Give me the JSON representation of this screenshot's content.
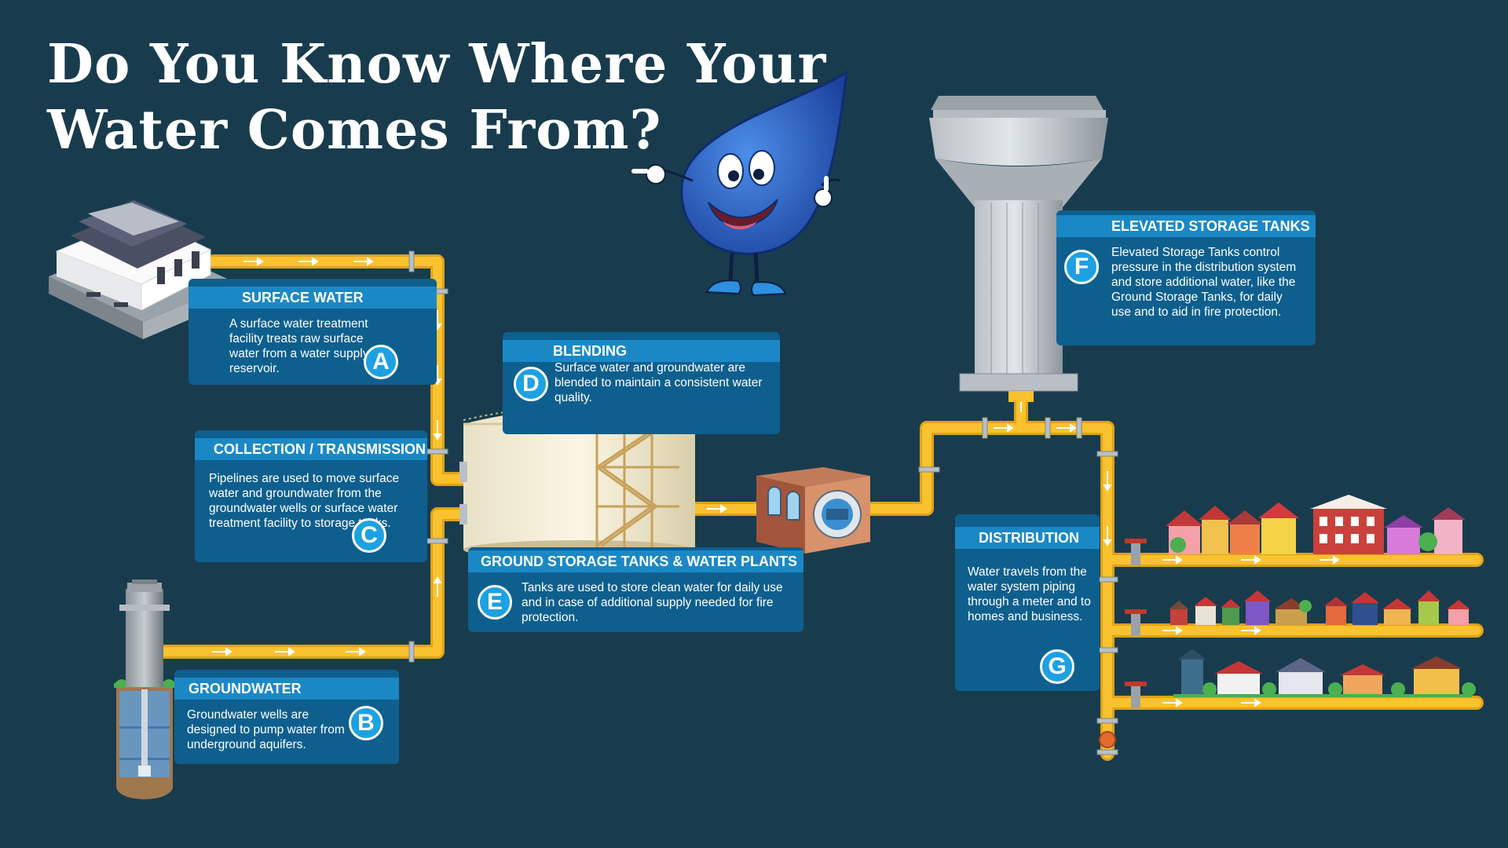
{
  "title": "Do You Know Where Your Water Comes From?",
  "colors": {
    "background": "#183c4e",
    "card": "#0e5f8e",
    "card_header": "#1b88c6",
    "badge": "#1da1e2",
    "pipe": "#f9c22e",
    "pipe_edge": "#e0a21a"
  },
  "steps": {
    "a": {
      "letter": "A",
      "heading": "SURFACE WATER",
      "text": "A surface water treatment facility treats raw surface water from a water supply reservoir."
    },
    "b": {
      "letter": "B",
      "heading": "GROUNDWATER",
      "text": "Groundwater wells are designed to pump water from underground aquifers."
    },
    "c": {
      "letter": "C",
      "heading": "COLLECTION / TRANSMISSION",
      "text": "Pipelines are used to move surface water and groundwater from the groundwater wells or surface water treatment facility to storage tanks."
    },
    "d": {
      "letter": "D",
      "heading": "BLENDING",
      "text": "Surface water and groundwater are blended to maintain a consistent water quality."
    },
    "e": {
      "letter": "E",
      "heading": "GROUND STORAGE TANKS & WATER PLANTS",
      "text": "Tanks are used to store clean water for daily use and in case of additional supply needed for fire protection."
    },
    "f": {
      "letter": "F",
      "heading": "ELEVATED STORAGE TANKS",
      "text": "Elevated Storage Tanks control pressure in the distribution system and store additional water, like the Ground Storage Tanks, for daily use and to aid in fire protection."
    },
    "g": {
      "letter": "G",
      "heading": "DISTRIBUTION",
      "text": "Water travels from the water system piping through a meter and to homes and business."
    }
  },
  "icons": {
    "mascot": "water-drop-mascot-icon",
    "treatment_plant": "treatment-facility-icon",
    "well": "groundwater-well-icon",
    "ground_tank": "ground-storage-tank-icon",
    "pump_station": "pump-station-icon",
    "elevated_tank": "elevated-water-tower-icon",
    "houses": "houses-icon",
    "valve": "valve-icon"
  }
}
